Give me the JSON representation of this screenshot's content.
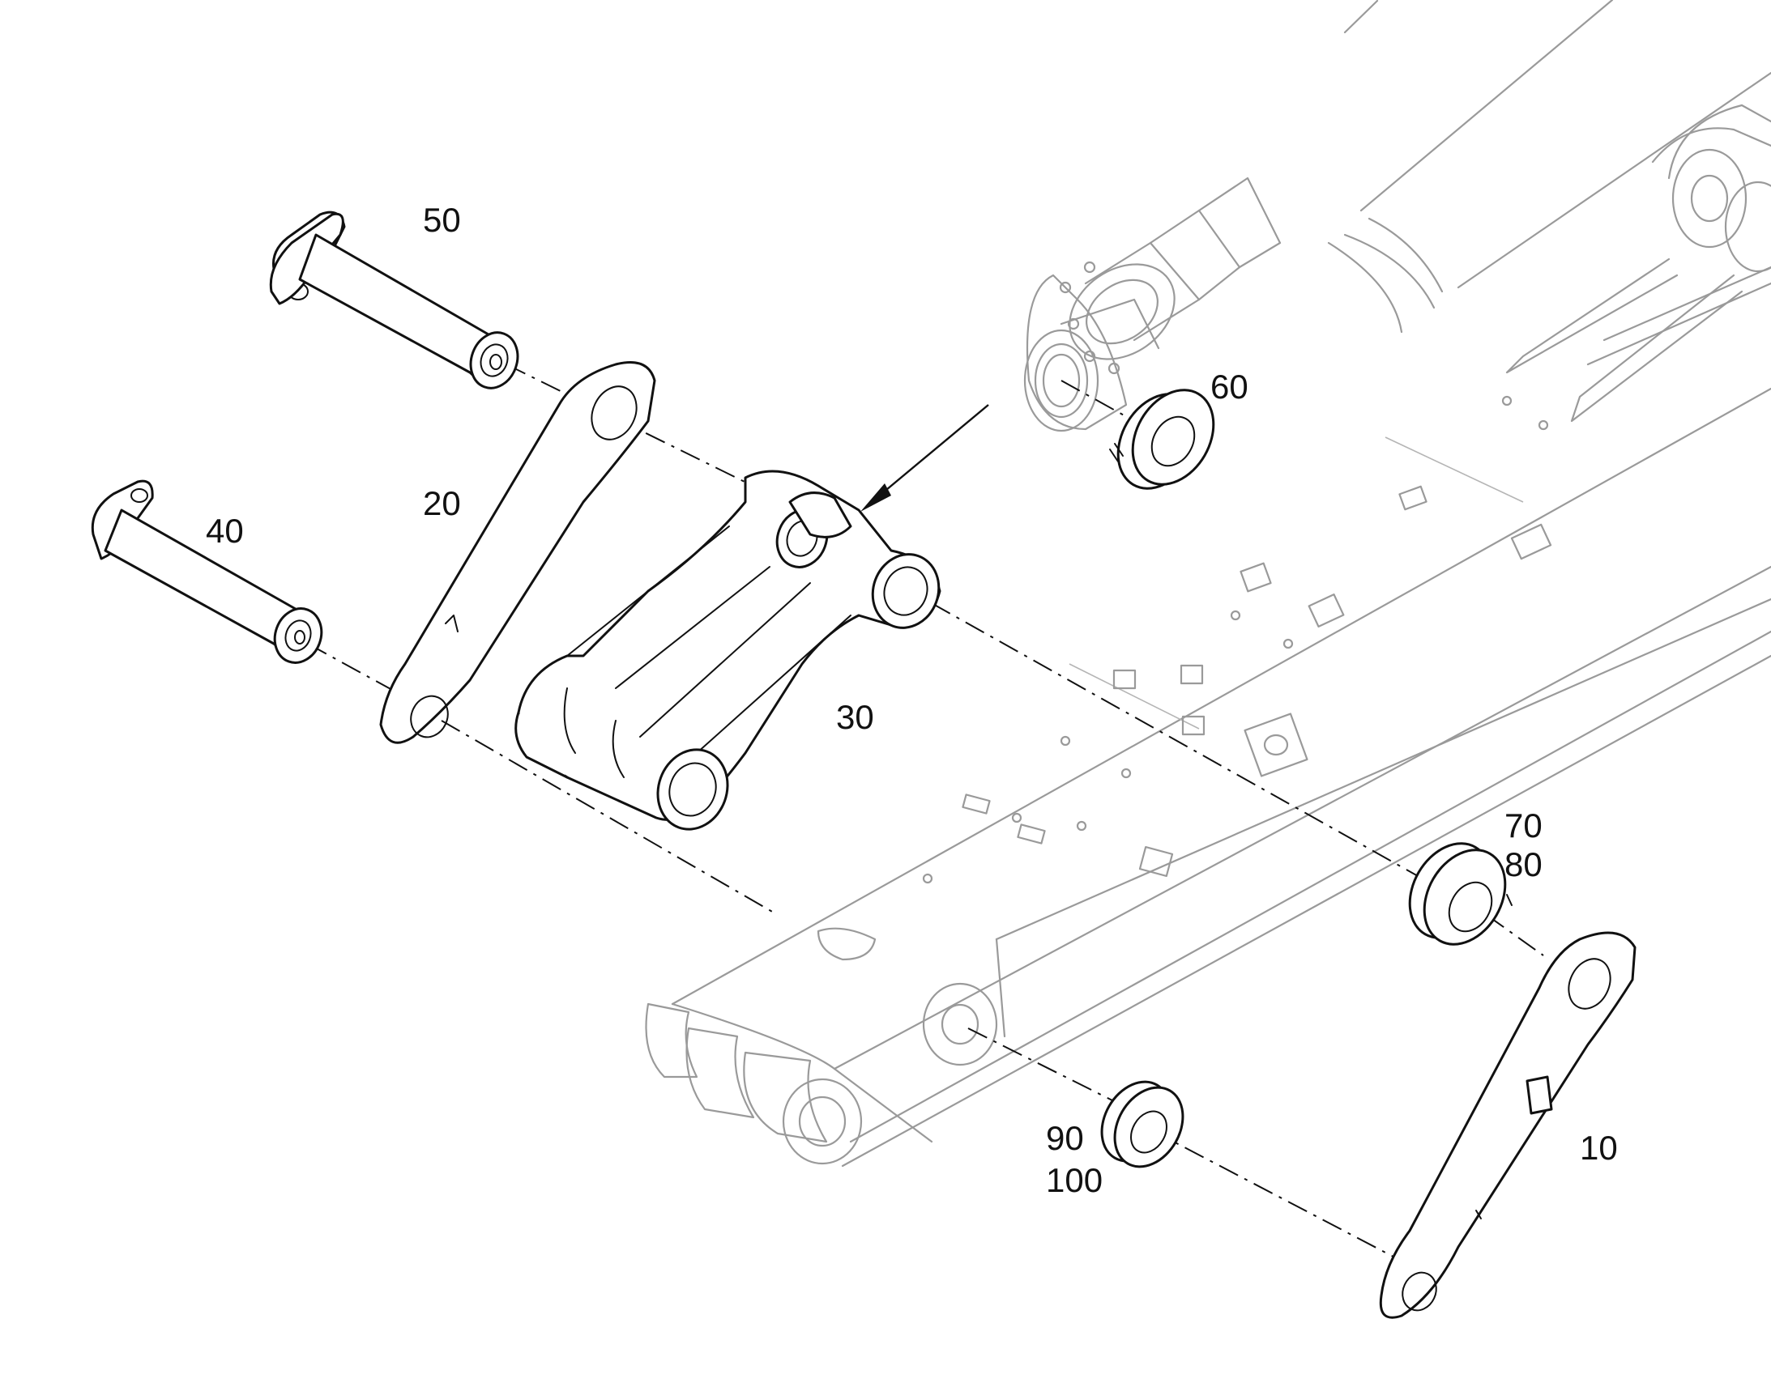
{
  "callouts": {
    "c10": "10",
    "c20": "20",
    "c30": "30",
    "c40": "40",
    "c50": "50",
    "c60": "60",
    "c70": "70",
    "c80": "80",
    "c90": "90",
    "c100": "100"
  },
  "colors": {
    "part_outline": "#111111",
    "background_outline": "#9a9a9a",
    "background": "#ffffff"
  }
}
